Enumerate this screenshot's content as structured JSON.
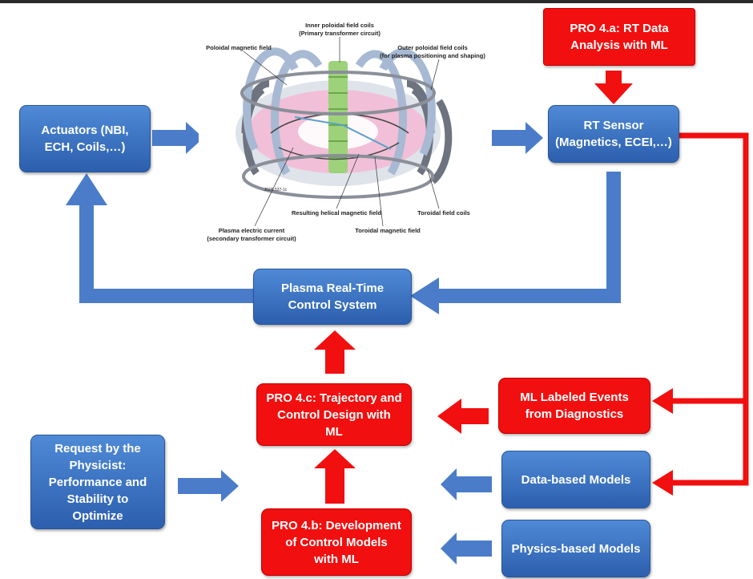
{
  "boxes": {
    "actuators": "Actuators (NBI,\nECH, Coils,…)",
    "rt_sensor": "RT Sensor\n(Magnetics, ECEI,…)",
    "pro4a": "PRO 4.a: RT Data\nAnalysis with ML",
    "plasma_control": "Plasma Real-Time\nControl System",
    "pro4c": "PRO 4.c: Trajectory and\nControl Design with\nML",
    "ml_events": "ML Labeled Events\nfrom Diagnostics",
    "data_models": "Data-based Models",
    "physics_models": "Physics-based Models",
    "pro4b": "PRO 4.b: Development\nof Control Models\nwith ML",
    "request": "Request by the\nPhysicist:\nPerformance and\nStability to\nOptimize"
  },
  "tokamak_labels": {
    "inner_coils": "Inner poloidal field coils",
    "inner_coils_sub": "(Primary transformer circuit)",
    "poloidal_field": "Poloidal magnetic field",
    "outer_coils": "Outer poloidal field coils",
    "outer_coils_sub": "(for plasma positioning and shaping)",
    "helical_field": "Resulting helical magnetic field",
    "toroidal_coils": "Toroidal field coils",
    "plasma_current": "Plasma electric current",
    "plasma_current_sub": "(secondary transformer circuit)",
    "toroidal_field": "Toroidal magnetic field",
    "image_code": "JG05.537-1c"
  },
  "colors": {
    "blue": "#3f74c6",
    "red": "#f10f0f",
    "blue_arrow": "#4a7cc9"
  }
}
